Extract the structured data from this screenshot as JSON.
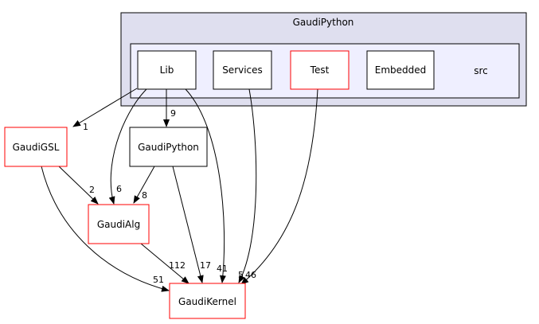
{
  "diagram": {
    "outer_cluster": {
      "label": "GaudiPython",
      "fill": "#dfdfef",
      "stroke": "#000000"
    },
    "inner_cluster": {
      "label": "src",
      "fill": "#efefff",
      "stroke": "#000000"
    },
    "nodes": {
      "lib": {
        "label": "Lib",
        "stroke": "#000000"
      },
      "services": {
        "label": "Services",
        "stroke": "#000000"
      },
      "test": {
        "label": "Test",
        "stroke": "#ff0000"
      },
      "embedded": {
        "label": "Embedded",
        "stroke": "#000000"
      },
      "gaudigsl": {
        "label": "GaudiGSL",
        "stroke": "#ff0000"
      },
      "gaudipython": {
        "label": "GaudiPython",
        "stroke": "#000000"
      },
      "gaudialg": {
        "label": "GaudiAlg",
        "stroke": "#ff0000"
      },
      "gaudikernel": {
        "label": "GaudiKernel",
        "stroke": "#ff0000"
      }
    },
    "edges": [
      {
        "from": "lib",
        "to": "gaudigsl",
        "label": "1"
      },
      {
        "from": "lib",
        "to": "gaudipython",
        "label": "9"
      },
      {
        "from": "lib",
        "to": "gaudialg",
        "label": "6"
      },
      {
        "from": "lib",
        "to": "gaudikernel",
        "label": "41"
      },
      {
        "from": "services",
        "to": "gaudikernel",
        "label": "5"
      },
      {
        "from": "test",
        "to": "gaudikernel",
        "label": "46"
      },
      {
        "from": "gaudigsl",
        "to": "gaudialg",
        "label": "2"
      },
      {
        "from": "gaudigsl",
        "to": "gaudikernel",
        "label": "51"
      },
      {
        "from": "gaudipython",
        "to": "gaudialg",
        "label": "8"
      },
      {
        "from": "gaudipython",
        "to": "gaudikernel",
        "label": "17"
      },
      {
        "from": "gaudialg",
        "to": "gaudikernel",
        "label": "112"
      }
    ]
  }
}
